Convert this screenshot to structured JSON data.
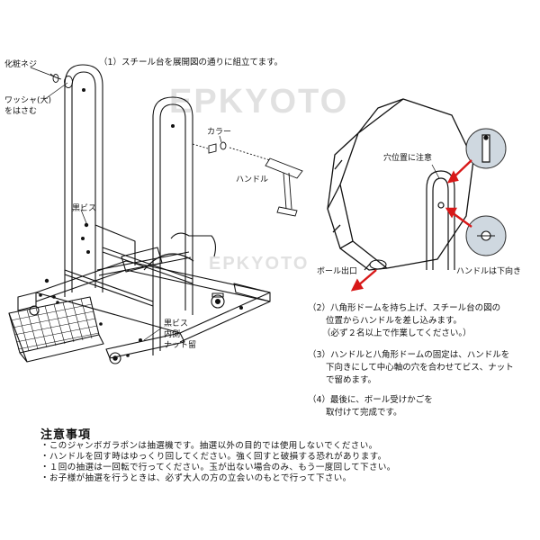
{
  "step1": "（1）スチール台を展開図の通りに組立てます。",
  "labels": {
    "screw": "化粧ネジ",
    "washer_l1": "ワッシャ(大)",
    "washer_l2": "をはさむ",
    "collar": "カラー",
    "handle": "ハンドル",
    "black_screw": "黒ビス",
    "black_screw2": "黒ビス",
    "inside": "内側",
    "nut": "ナット留",
    "hole_caution": "穴位置に注意",
    "ball_exit": "ボール出口",
    "handle_down": "ハンドルは下向き"
  },
  "watermark": "EPKYOTO",
  "steps": [
    {
      "n": "（2）",
      "lines": [
        "八角形ドームを持ち上げ、スチール台の図の",
        "位置からハンドルを差し込みます。",
        "（必ず２名以上で作業してください。）"
      ]
    },
    {
      "n": "（3）",
      "lines": [
        "ハンドルと八角形ドームの固定は、ハンドルを",
        "下向きにして中心軸の穴を合わせてビス、ナット",
        "で留めます。"
      ]
    },
    {
      "n": "（4）",
      "lines": [
        "最後に、ボール受けかごを",
        "取付けて完成です。"
      ]
    }
  ],
  "notes": {
    "title": "注意事項",
    "items": [
      "・このジャンボガラポンは抽選機です。抽選以外の目的では使用しないでください。",
      "・ハンドルを回す時はゆっくり回してください。強く回すと破損する恐れがあります。",
      "・１回の抽選は一回転で行ってください。玉が出ない場合のみ、もう一度回して下さい。",
      "・お子様が抽選を行うときは、必ず大人の方の立会いのもとで行って下さい。"
    ]
  },
  "colors": {
    "arrow": "#d81818",
    "ink": "#111111",
    "circle_fill": "#cfd8e0"
  }
}
